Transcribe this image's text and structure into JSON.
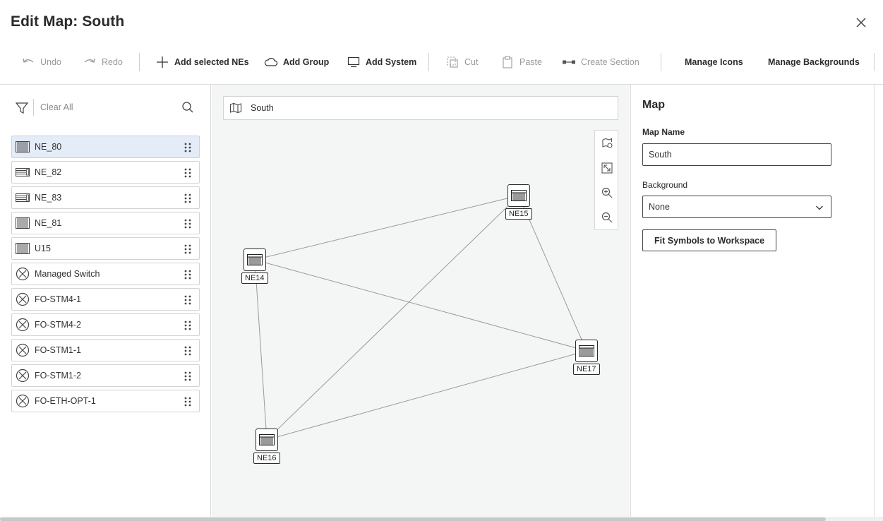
{
  "dialog": {
    "title": "Edit Map: South"
  },
  "toolbar": {
    "undo": "Undo",
    "redo": "Redo",
    "add_selected": "Add selected NEs",
    "add_group": "Add Group",
    "add_system": "Add System",
    "cut": "Cut",
    "paste": "Paste",
    "create_section": "Create Section",
    "manage_icons": "Manage Icons",
    "manage_backgrounds": "Manage Backgrounds"
  },
  "left_panel": {
    "clear_all": "Clear All",
    "items": [
      {
        "label": "NE_80",
        "icon": "rack-icon",
        "selected": true
      },
      {
        "label": "NE_82",
        "icon": "shelf-icon",
        "selected": false
      },
      {
        "label": "NE_83",
        "icon": "shelf-icon",
        "selected": false
      },
      {
        "label": "NE_81",
        "icon": "rack-icon",
        "selected": false
      },
      {
        "label": "U15",
        "icon": "rack-icon",
        "selected": false
      },
      {
        "label": "Managed Switch",
        "icon": "unknown-device-icon",
        "selected": false
      },
      {
        "label": "FO-STM4-1",
        "icon": "unknown-device-icon",
        "selected": false
      },
      {
        "label": "FO-STM4-2",
        "icon": "unknown-device-icon",
        "selected": false
      },
      {
        "label": "FO-STM1-1",
        "icon": "unknown-device-icon",
        "selected": false
      },
      {
        "label": "FO-STM1-2",
        "icon": "unknown-device-icon",
        "selected": false
      },
      {
        "label": "FO-ETH-OPT-1",
        "icon": "unknown-device-icon",
        "selected": false
      }
    ]
  },
  "map_canvas": {
    "breadcrumb": "South",
    "nodes": [
      {
        "id": "NE14",
        "label": "NE14"
      },
      {
        "id": "NE15",
        "label": "NE15"
      },
      {
        "id": "NE16",
        "label": "NE16"
      },
      {
        "id": "NE17",
        "label": "NE17"
      }
    ],
    "links": [
      [
        "NE14",
        "NE15"
      ],
      [
        "NE14",
        "NE17"
      ],
      [
        "NE14",
        "NE16"
      ],
      [
        "NE15",
        "NE16"
      ],
      [
        "NE15",
        "NE17"
      ],
      [
        "NE16",
        "NE17"
      ]
    ]
  },
  "right_panel": {
    "title": "Map",
    "map_name_label": "Map Name",
    "map_name_value": "South",
    "background_label": "Background",
    "background_value": "None",
    "fit_button": "Fit Symbols to Workspace"
  },
  "colors": {
    "accent_selected": "#e4ecf7",
    "canvas_bg": "#f4f5f5",
    "link": "#9a9a9a"
  }
}
